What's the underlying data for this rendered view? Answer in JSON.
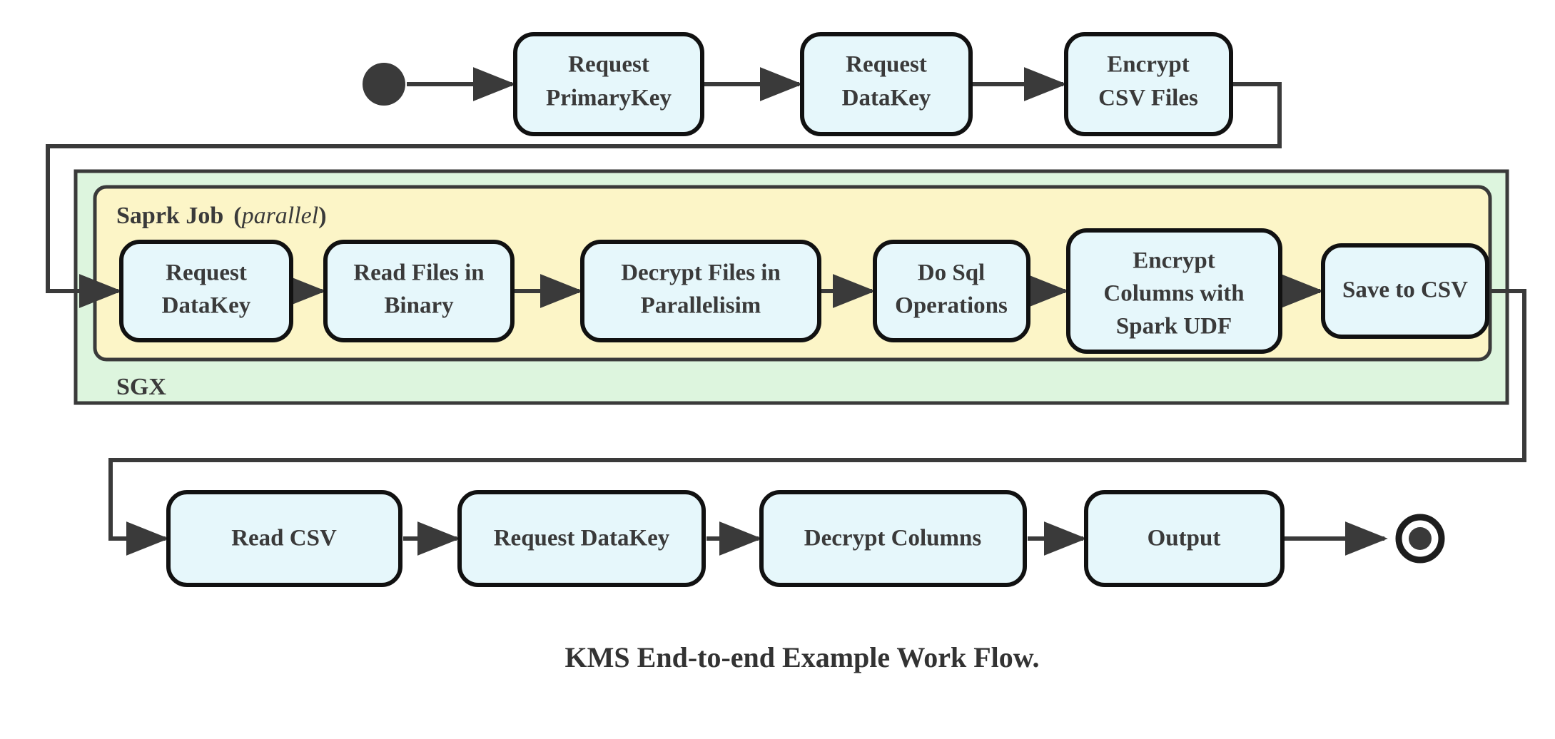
{
  "figure": {
    "caption": "KMS End-to-end Example Work Flow.",
    "type": "uml-activity-diagram",
    "colors": {
      "node_fill": "#e6f7fb",
      "node_stroke": "#111111",
      "sgx_fill": "#ddf5de",
      "spark_fill": "#fcf5c7",
      "edge": "#3a3a3a",
      "text": "#3a3a3a",
      "background": "#ffffff"
    }
  },
  "markers": {
    "start": "initial-state-filled-circle",
    "end": "final-state-ring-with-dot"
  },
  "groups": {
    "sgx": {
      "label": "SGX",
      "label_position": "bottom-left"
    },
    "spark_job": {
      "label": "Saprk Job",
      "qualifier": "(parallel)",
      "qualifier_open": "(",
      "qualifier_word": "parallel",
      "qualifier_close": ")",
      "label_position": "top-left"
    }
  },
  "rows": {
    "top": {
      "nodes": [
        {
          "id": "request-primarykey",
          "line1": "Request",
          "line2": "PrimaryKey"
        },
        {
          "id": "request-datakey-top",
          "line1": "Request",
          "line2": "DataKey"
        },
        {
          "id": "encrypt-csv-files",
          "line1": "Encrypt",
          "line2": "CSV Files"
        }
      ]
    },
    "middle": {
      "nodes": [
        {
          "id": "request-datakey-spark",
          "line1": "Request",
          "line2": "DataKey"
        },
        {
          "id": "read-files-in-binary",
          "line1": "Read Files in",
          "line2": "Binary"
        },
        {
          "id": "decrypt-files-in-parallelisim",
          "line1": "Decrypt Files in",
          "line2": "Parallelisim"
        },
        {
          "id": "do-sql-operations",
          "line1": "Do Sql",
          "line2": "Operations"
        },
        {
          "id": "encrypt-columns-with-spark-udf",
          "line1": "Encrypt",
          "line2": "Columns with",
          "line3": "Spark UDF"
        },
        {
          "id": "save-to-csv",
          "line1": "Save to CSV"
        }
      ]
    },
    "bottom": {
      "nodes": [
        {
          "id": "read-csv",
          "line1": "Read CSV"
        },
        {
          "id": "request-datakey-bottom",
          "line1": "Request DataKey"
        },
        {
          "id": "decrypt-columns",
          "line1": "Decrypt Columns"
        },
        {
          "id": "output",
          "line1": "Output"
        }
      ]
    }
  }
}
